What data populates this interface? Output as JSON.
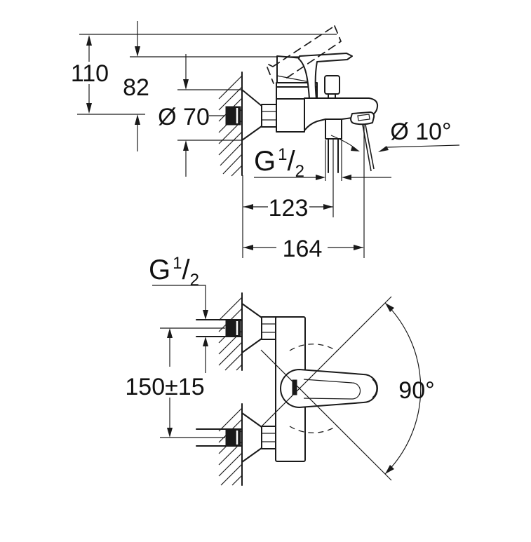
{
  "colors": {
    "line": "#1a1a1a",
    "background": "#ffffff"
  },
  "side_view": {
    "dim_height_overall": "110",
    "dim_height_body": "82",
    "dim_escutcheon_diameter": "Ø 70",
    "dim_spray_angle": "Ø 10°",
    "thread_label": {
      "letter": "G",
      "numerator": "1",
      "slash": "/",
      "denominator": "2"
    },
    "dim_wall_to_shower_outlet": "123",
    "dim_wall_to_spout_end": "164"
  },
  "front_view": {
    "thread_label": {
      "letter": "G",
      "numerator": "1",
      "slash": "/",
      "denominator": "2"
    },
    "dim_connection_spacing": "150±15",
    "dim_handle_swivel": "90°"
  }
}
